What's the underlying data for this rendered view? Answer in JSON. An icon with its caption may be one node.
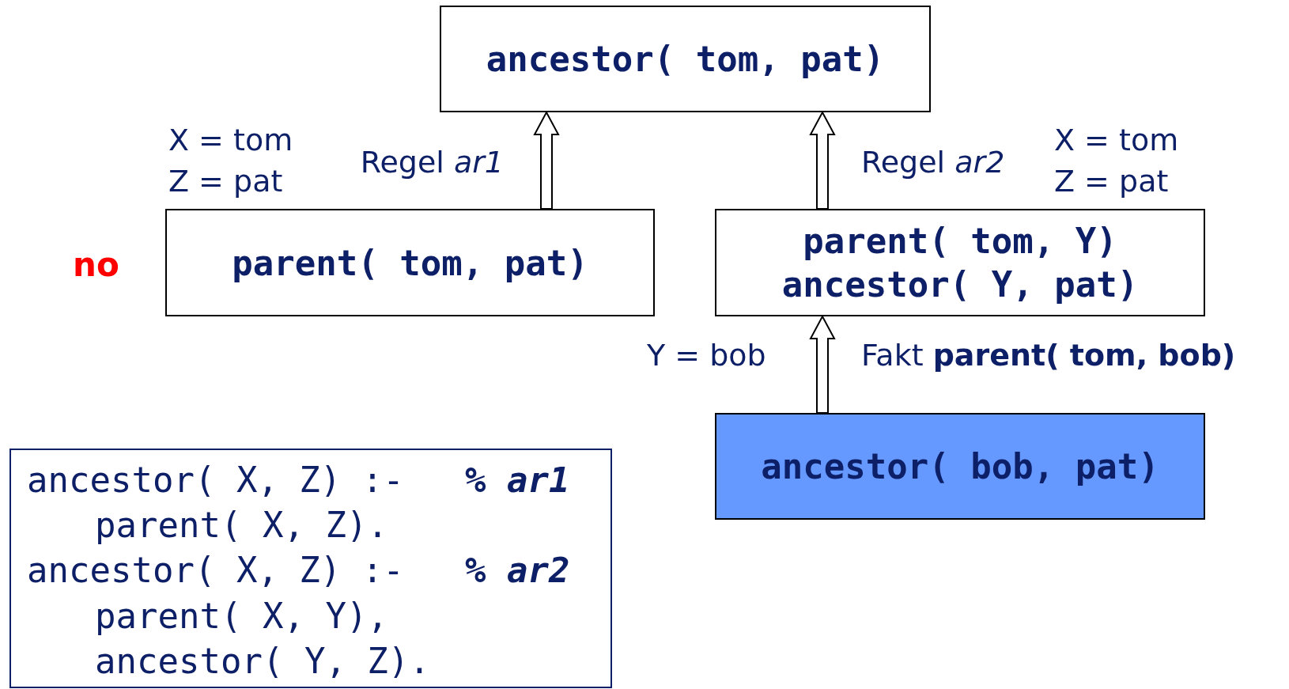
{
  "diagram": {
    "nodes": [
      {
        "text": [
          "ancestor( tom, pat)"
        ]
      },
      {
        "text": [
          "parent( tom, pat)"
        ],
        "beside": [
          "no"
        ]
      },
      {
        "text": [
          "parent( tom, Y)",
          "ancestor( Y, pat)"
        ]
      },
      {
        "text": [
          "ancestor( bob, pat)"
        ]
      },
      {
        "text": [
          "ancestor( X, Z) :-",
          "% *ar1*",
          "parent( X, Z).",
          "ancestor( X, Z) :-",
          "% *ar2*",
          "parent( X, Y),",
          "ancestor( Y, Z)."
        ]
      }
    ],
    "edges": [
      {
        "from": 1,
        "to": 0,
        "arrow": "to",
        "style": "thick",
        "label": "Regel *ar1*"
      },
      {
        "from": 2,
        "to": 0,
        "arrow": "to",
        "style": "thick",
        "label": "Regel *ar2*"
      },
      {
        "from": 3,
        "to": 2,
        "arrow": "to",
        "style": "thick",
        "label": "Fakt **parent( tom, bob)**"
      }
    ],
    "labels": [
      "X = tom",
      "Z = pat",
      "X = tom",
      "Z = pat",
      "Y = bob"
    ]
  }
}
